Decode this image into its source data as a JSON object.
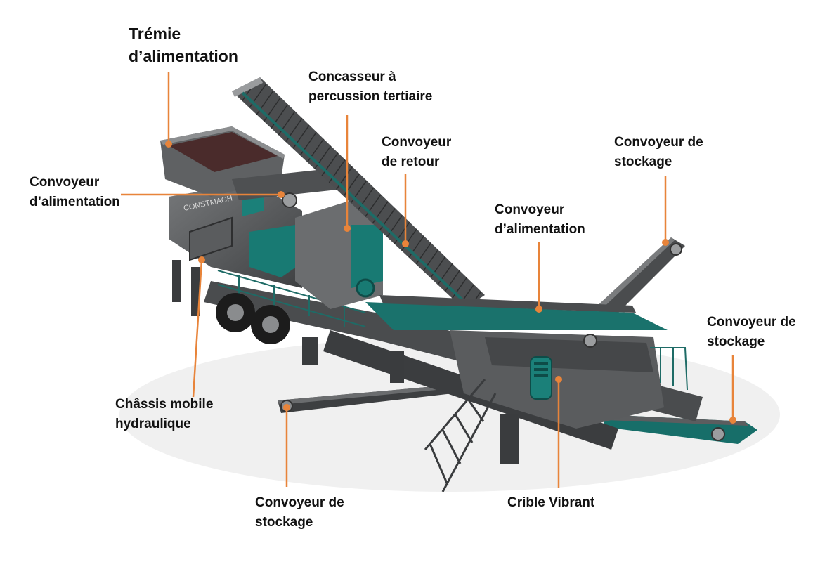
{
  "colors": {
    "accent": "#E8843A",
    "steel": "#56585A",
    "teal": "#167B75",
    "text": "#111111"
  },
  "labels": {
    "tremie": {
      "lines": [
        "Trémie",
        "d’alimentation"
      ]
    },
    "concasseur": {
      "lines": [
        "Concasseur à",
        "percussion tertiaire"
      ]
    },
    "convoyeur_retour": {
      "lines": [
        "Convoyeur",
        "de retour"
      ]
    },
    "stockage_top": {
      "lines": [
        "Convoyeur de",
        "stockage"
      ]
    },
    "alimentation_left": {
      "lines": [
        "Convoyeur",
        "d’alimentation"
      ]
    },
    "alimentation_mid": {
      "lines": [
        "Convoyeur",
        "d’alimentation"
      ]
    },
    "stockage_right": {
      "lines": [
        "Convoyeur de",
        "stockage"
      ]
    },
    "chassis": {
      "lines": [
        "Châssis mobile",
        "hydraulique"
      ]
    },
    "stockage_bottom": {
      "lines": [
        "Convoyeur de",
        "stockage"
      ]
    },
    "crible": {
      "lines": [
        "Crible Vibrant"
      ]
    }
  },
  "machine": {
    "brand_text": "CONSTMACH"
  }
}
